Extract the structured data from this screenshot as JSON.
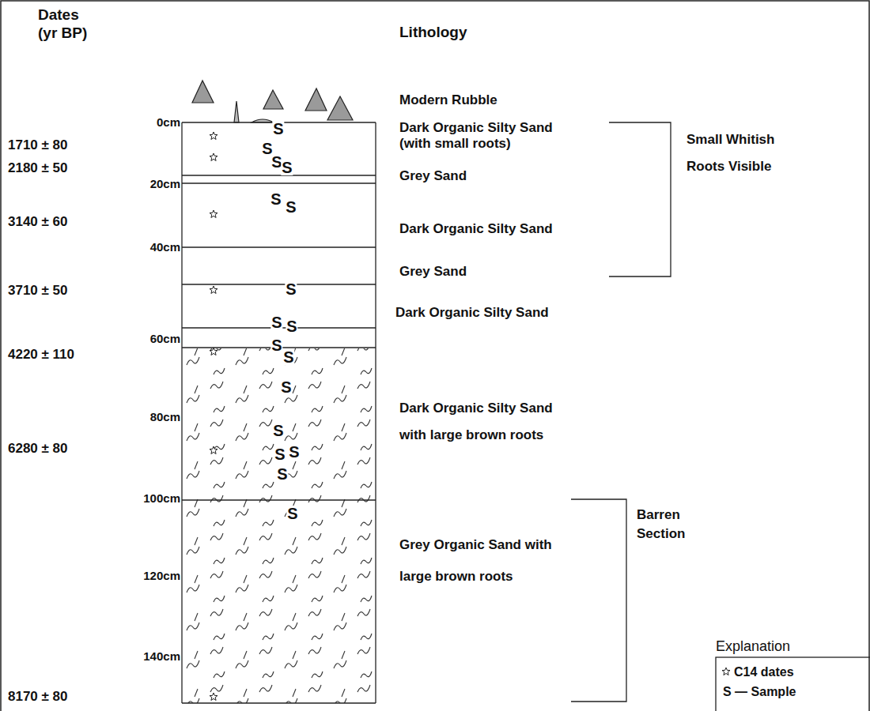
{
  "diagram": {
    "labels": [
      "Dates (yr BP)",
      "Lithology",
      "Modern Rubble",
      "Dark Organic Silty Sand (with small roots)",
      "Grey Sand",
      "Dark Organic Silty Sand",
      "Grey Sand",
      "Dark Organic Silty Sand",
      "Dark Organic Silty Sand with large brown roots",
      "Grey Organic Sand with large brown roots",
      "Small Whitish Roots Visible",
      "Barren Section",
      "Explanation",
      "1710 ± 80",
      "2180 ± 50",
      "3140 ± 60",
      "3710 ± 50",
      "4220 ± 110",
      "6280 ± 80",
      "8170 ± 80",
      "0cm",
      "20cm",
      "40cm",
      "60cm",
      "80cm",
      "100cm",
      "120cm",
      "140cm",
      "S",
      "S",
      "S",
      "S",
      "S",
      "S",
      "S",
      "S",
      "S",
      "S",
      "S",
      "S",
      "S",
      "S",
      "S",
      "S",
      "S"
    ],
    "legend": [
      {
        "text": "C14 dates"
      },
      {
        "text": "S — Sample"
      }
    ]
  }
}
